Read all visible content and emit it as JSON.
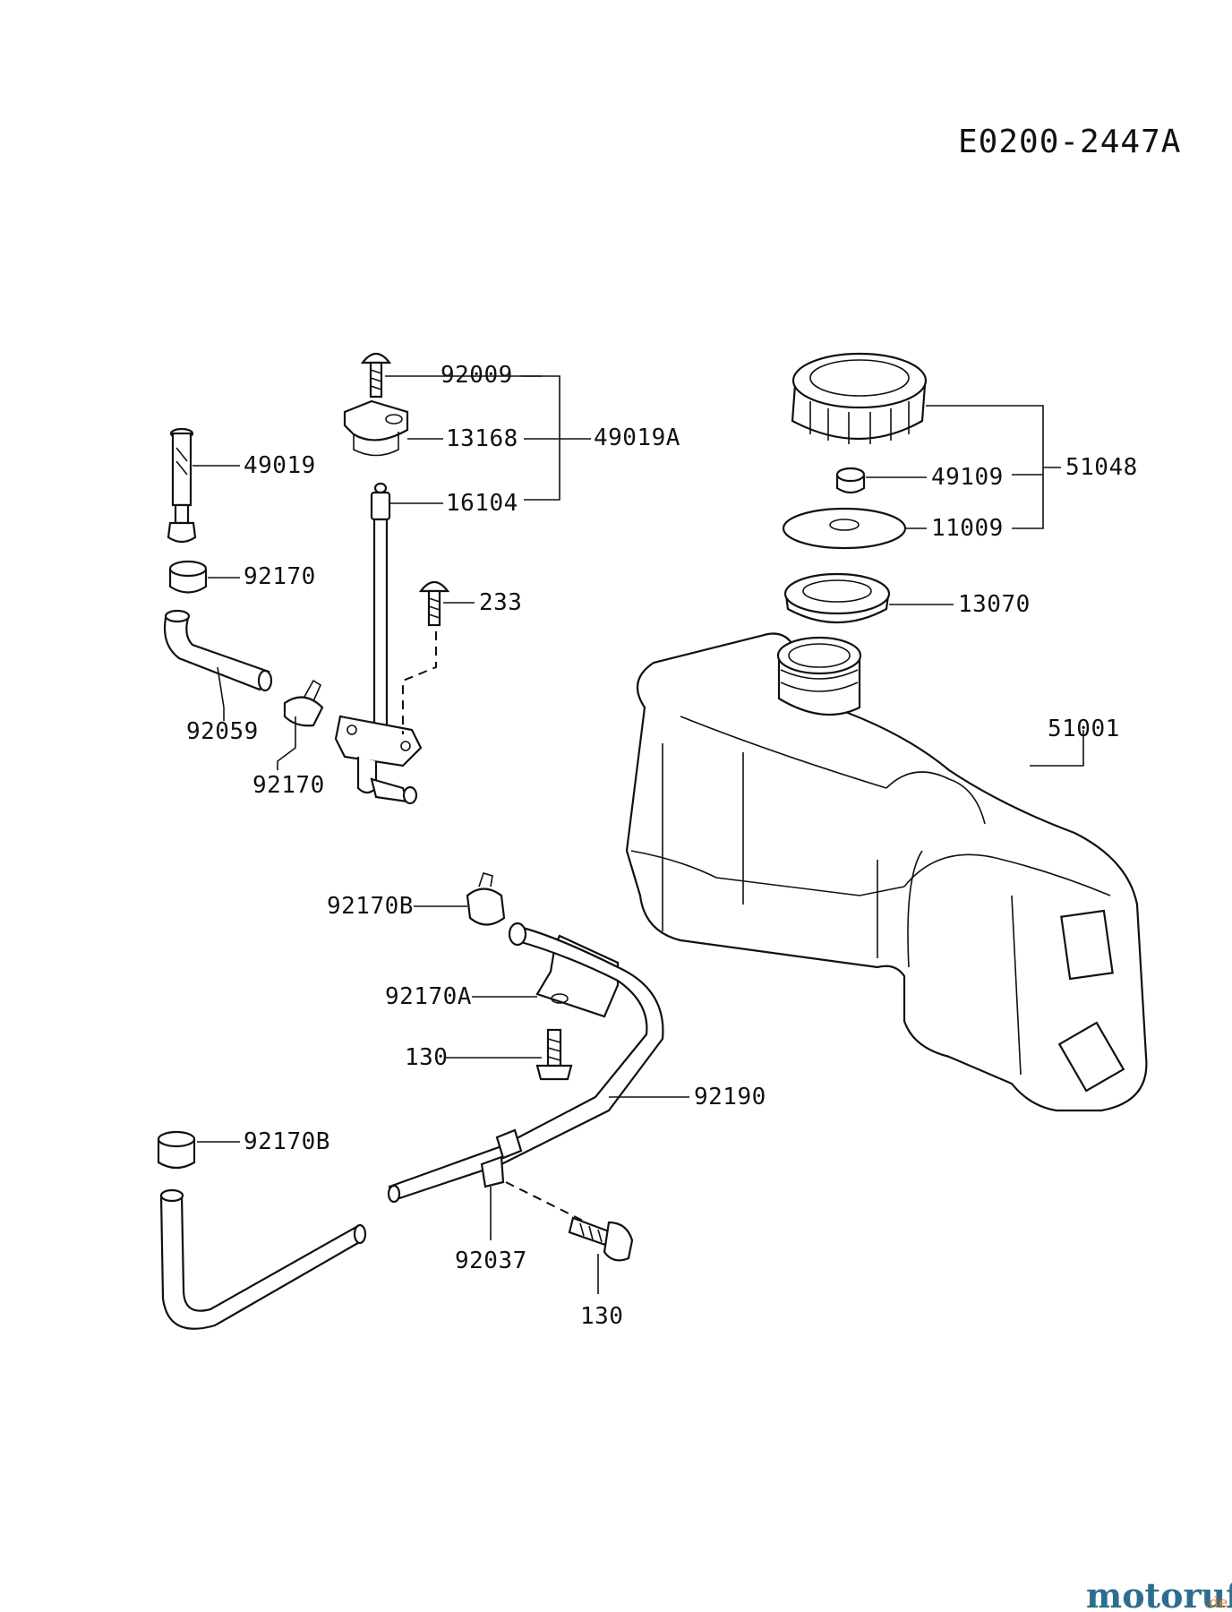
{
  "drawing_id": "E0200-2447A",
  "part_labels": {
    "p92009": "92009",
    "p13168": "13168",
    "p49019A": "49019A",
    "p16104": "16104",
    "p49019": "49019",
    "p92170_top": "92170",
    "p233": "233",
    "p92059": "92059",
    "p92170_bottom": "92170",
    "p51048": "51048",
    "p49109": "49109",
    "p11009": "11009",
    "p13070": "13070",
    "p51001": "51001",
    "p92170B_top": "92170B",
    "p92170A": "92170A",
    "p130_top": "130",
    "p92190": "92190",
    "p92170B_bottom": "92170B",
    "p92037": "92037",
    "p130_bottom": "130"
  },
  "watermark": {
    "brand": "motoruf",
    "tld": ".de",
    "colors": {
      "primary": "#2d6e8e",
      "accent": "#e07a1f"
    }
  }
}
